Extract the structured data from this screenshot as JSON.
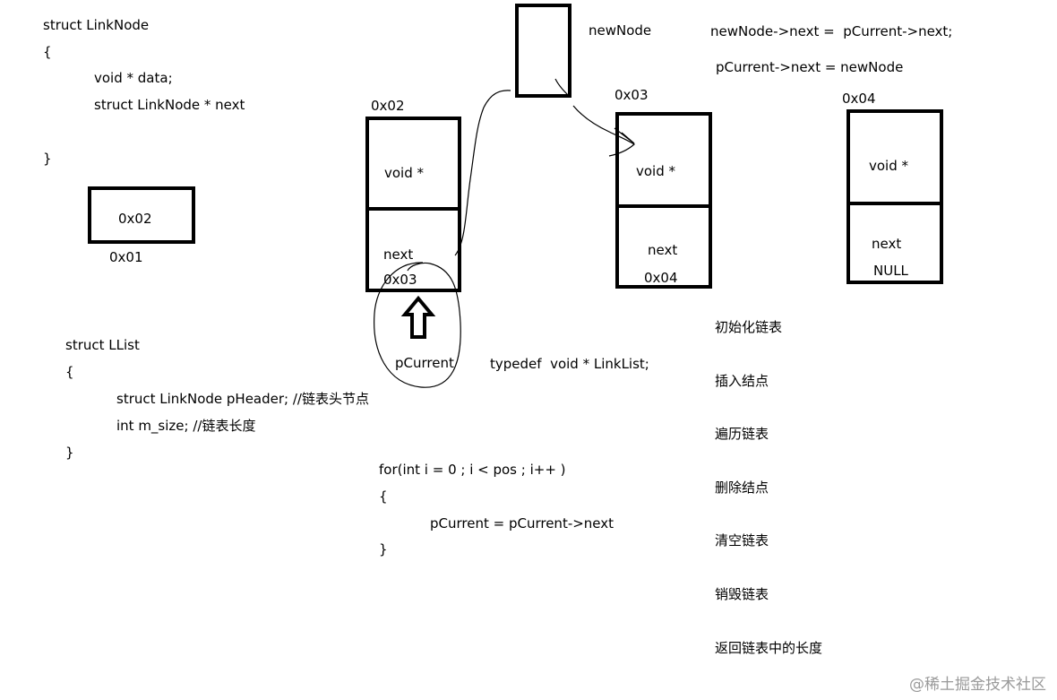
{
  "struct_linknode": {
    "line1": "struct LinkNode",
    "line2": "{",
    "line3": "void * data;",
    "line4": "struct LinkNode * next",
    "line5": "}"
  },
  "head_box": {
    "value": "0x02",
    "address": "0x01"
  },
  "struct_llist": {
    "line1": "struct LList",
    "line2": "{",
    "line3": "struct LinkNode pHeader; //链表头节点",
    "line4": "int m_size; //链表长度",
    "line5": "}"
  },
  "node_a": {
    "address": "0x02",
    "data_label": "void *",
    "next_label": "next",
    "next_value": "0x03"
  },
  "node_b": {
    "address": "0x03",
    "data_label": "void *",
    "next_label": "next",
    "next_value": "0x04"
  },
  "node_c": {
    "address": "0x04",
    "data_label": "void *",
    "next_label": "next",
    "next_value": "NULL"
  },
  "new_node": {
    "label": "newNode"
  },
  "insert_code": {
    "line1": "newNode->next =  pCurrent->next;",
    "line2": "pCurrent->next = newNode"
  },
  "pointer_label": "pCurrent",
  "typedef_line": "typedef  void * LinkList;",
  "loop_code": {
    "line1": "for(int i = 0 ; i < pos ; i++ )",
    "line2": "{",
    "line3": "pCurrent = pCurrent->next",
    "line4": "}"
  },
  "operations": [
    "初始化链表",
    "插入结点",
    "遍历链表",
    "删除结点",
    "清空链表",
    "销毁链表",
    "返回链表中的长度"
  ],
  "watermark": "@稀土掘金技术社区"
}
